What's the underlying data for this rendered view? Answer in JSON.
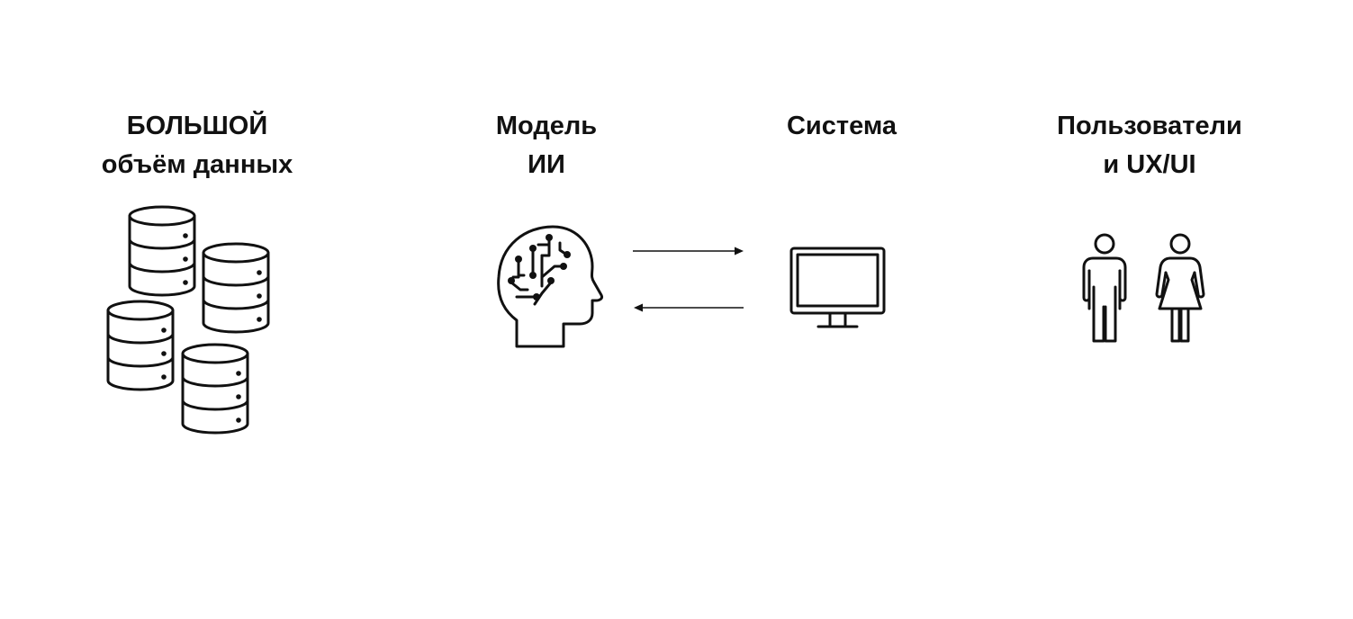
{
  "columns": [
    {
      "id": "data",
      "title_line1": "БОЛЬШОЙ",
      "title_line2": "объём данных",
      "icon": "database-stack-icon"
    },
    {
      "id": "model",
      "title_line1": "Модель",
      "title_line2": "ИИ",
      "icon": "ai-head-icon"
    },
    {
      "id": "system",
      "title_line1": "Система",
      "title_line2": "",
      "icon": "monitor-icon"
    },
    {
      "id": "users",
      "title_line1": "Пользователи",
      "title_line2": "и UX/UI",
      "icon": "people-icon"
    }
  ],
  "arrows": [
    {
      "from": "model",
      "to": "system",
      "direction": "right"
    },
    {
      "from": "system",
      "to": "model",
      "direction": "left"
    }
  ],
  "colors": {
    "ink": "#111111",
    "background": "#ffffff"
  }
}
